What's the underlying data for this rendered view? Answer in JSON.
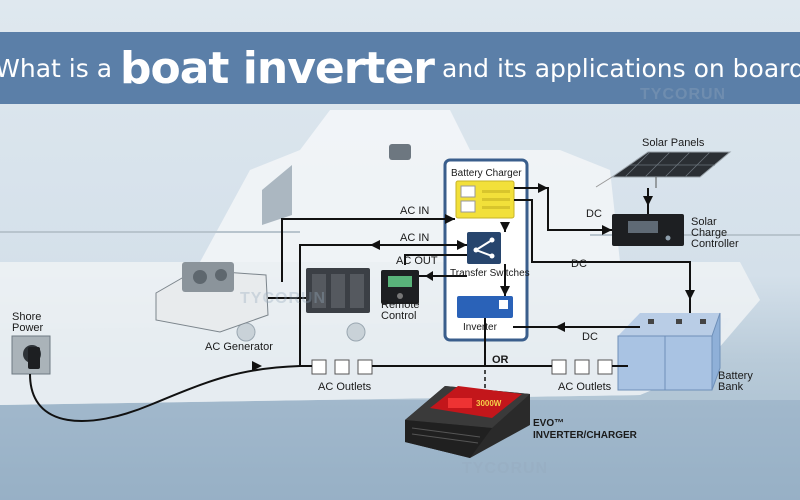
{
  "banner": {
    "part1": "What is a",
    "part2": "boat inverter",
    "part3": "and its applications on board"
  },
  "labels": {
    "solar_panels": "Solar Panels",
    "solar_charge_controller": [
      "Solar",
      "Charge",
      "Controller"
    ],
    "battery_charger": "Battery Charger",
    "transfer_switches": "Transfer Switches",
    "inverter": "Inverter",
    "remote_control": [
      "Remote",
      "Control"
    ],
    "ac_generator": "AC Generator",
    "shore_power": [
      "Shore",
      "Power"
    ],
    "battery_bank": [
      "Battery",
      "Bank"
    ],
    "ac_outlets_left": "AC Outlets",
    "ac_outlets_right": "AC Outlets",
    "evo": [
      "EVO™",
      "INVERTER/CHARGER"
    ],
    "or": "OR",
    "ac_in_top": "AC IN",
    "ac_in_mid": "AC IN",
    "ac_out": "AC OUT",
    "dc_top": "DC",
    "dc_mid": "DC",
    "dc_bottom": "DC"
  },
  "product_text": "3000W",
  "watermark": "TYCORUN",
  "colors": {
    "banner": "#5b7fa8",
    "outline_blue": "#3a5e8c",
    "wire": "#111111",
    "charger_yellow": "#f2e03a",
    "inverter_blue": "#2a62b8",
    "product_red": "#c3161b"
  }
}
